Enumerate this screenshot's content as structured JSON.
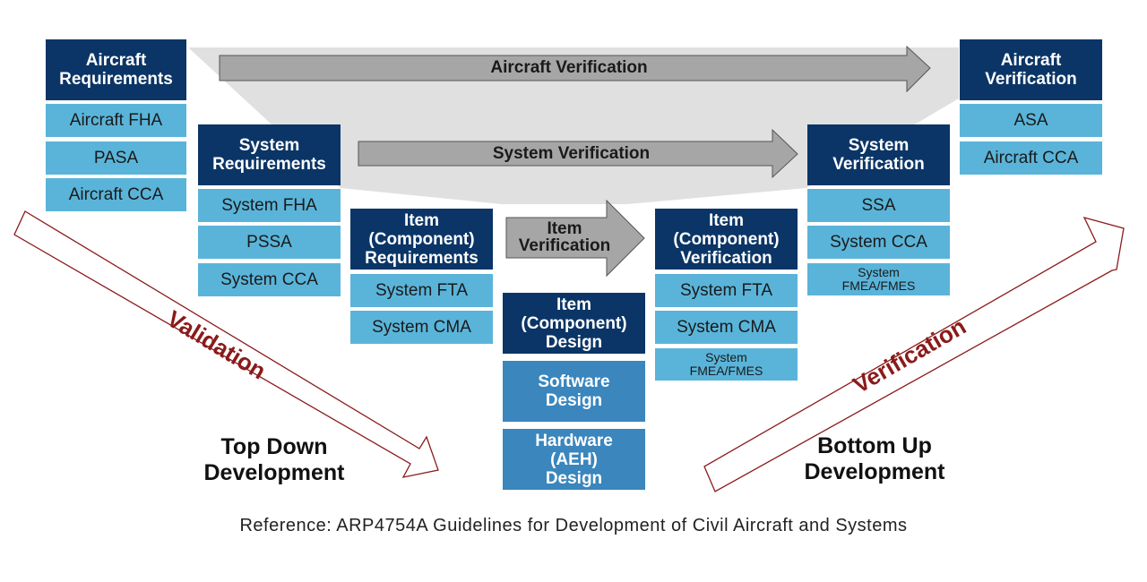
{
  "colors": {
    "header_bg": "#0b3566",
    "sub_bg": "#5ab4d9",
    "design_bg": "#3a86bd",
    "arrow_fill": "#a6a6a6",
    "v_shape": "#e0e0e0",
    "diag_arrow": "#8b1a1a"
  },
  "left": {
    "aircraft": {
      "header": "Aircraft\nRequirements",
      "items": [
        "Aircraft FHA",
        "PASA",
        "Aircraft CCA"
      ]
    },
    "system": {
      "header": "System\nRequirements",
      "items": [
        "System FHA",
        "PSSA",
        "System CCA"
      ]
    },
    "item": {
      "header": "Item\n(Component)\nRequirements",
      "items": [
        "System FTA",
        "System CMA"
      ]
    }
  },
  "bottom": {
    "header": "Item\n(Component)\nDesign",
    "items": [
      "Software\nDesign",
      "Hardware\n(AEH)\nDesign"
    ]
  },
  "right": {
    "item": {
      "header": "Item\n(Component)\nVerification",
      "items": [
        "System FTA",
        "System CMA",
        "System\nFMEA/FMES"
      ]
    },
    "system": {
      "header": "System\nVerification",
      "items": [
        "SSA",
        "System CCA",
        "System\nFMEA/FMES"
      ]
    },
    "aircraft": {
      "header": "Aircraft\nVerification",
      "items": [
        "ASA",
        "Aircraft CCA"
      ]
    }
  },
  "arrows": {
    "aircraft": "Aircraft Verification",
    "system": "System Verification",
    "item": "Item\nVerification"
  },
  "validation_label": "Validation",
  "verification_label": "Verification",
  "top_down": "Top Down\nDevelopment",
  "bottom_up": "Bottom Up\nDevelopment",
  "reference": "Reference: ARP4754A Guidelines for Development of Civil Aircraft and Systems"
}
